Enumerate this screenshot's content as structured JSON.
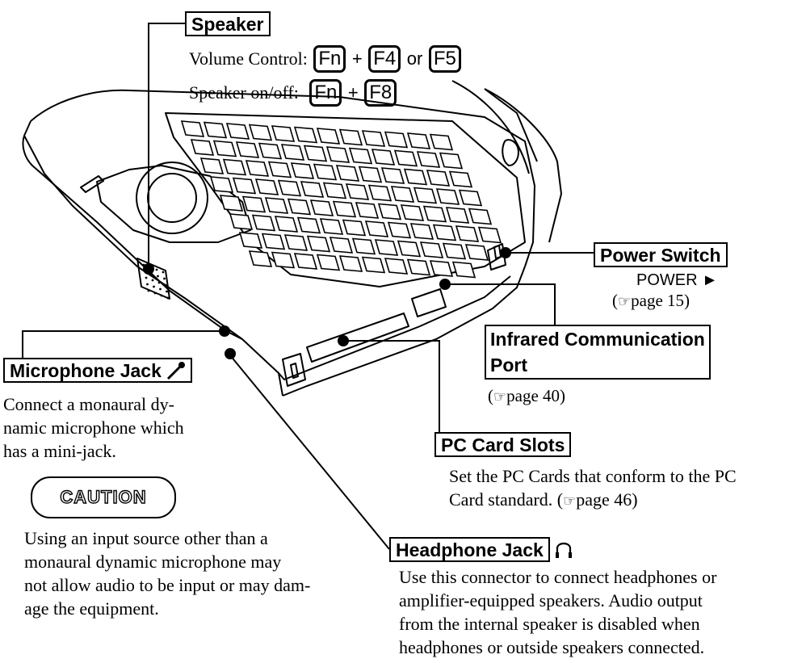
{
  "speaker": {
    "title": "Speaker",
    "volume_label": "Volume Control:",
    "volume_key1": "Fn",
    "volume_key2": "F4",
    "volume_or": "or",
    "volume_key3": "F5",
    "onoff_label": "Speaker on/off:",
    "onoff_key1": "Fn",
    "onoff_key2": "F8",
    "plus": "+"
  },
  "power_switch": {
    "title": "Power Switch",
    "line1": "POWER ►",
    "ref": "page 15"
  },
  "infrared": {
    "title_line1": "Infrared Communication",
    "title_line2": "Port",
    "ref": "page 40"
  },
  "microphone": {
    "title": "Microphone Jack",
    "desc_lines": [
      "Connect a monaural dy-",
      "namic microphone which",
      "has a mini-jack."
    ]
  },
  "caution": {
    "title": "CAUTION",
    "text_lines": [
      "Using an input source other than a",
      "monaural dynamic microphone may",
      "not allow audio to be input or may dam-",
      "age the equipment."
    ]
  },
  "pc_card": {
    "title": "PC Card Slots",
    "line1": "Set the PC Cards that conform to the PC",
    "line2_pre": "Card standard. (",
    "ref": "page 46",
    "line2_post": ")"
  },
  "headphone": {
    "title": "Headphone Jack",
    "desc_lines": [
      "Use this connector to connect headphones or",
      "amplifier-equipped speakers. Audio output",
      "from the internal speaker is disabled when",
      "headphones or outside speakers connected."
    ]
  },
  "icons": [
    "microphone-icon",
    "headphone-icon",
    "pointing-hand-icon"
  ]
}
